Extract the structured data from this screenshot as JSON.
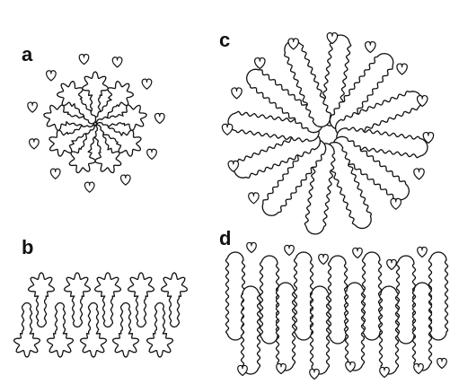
{
  "panels": [
    {
      "key": "a",
      "label": "a",
      "kind": "micelle-bulky-head"
    },
    {
      "key": "b",
      "label": "b",
      "kind": "bilayer-bulky-head"
    },
    {
      "key": "c",
      "label": "c",
      "kind": "micelle-long-chain"
    },
    {
      "key": "d",
      "label": "d",
      "kind": "bilayer-long-chain"
    }
  ],
  "colors": {
    "stroke": "#111111",
    "fill": "#ffffff"
  },
  "icons": {
    "molecule": "amphiphile-shape-icon",
    "counterion": "heart-counterion-icon"
  }
}
